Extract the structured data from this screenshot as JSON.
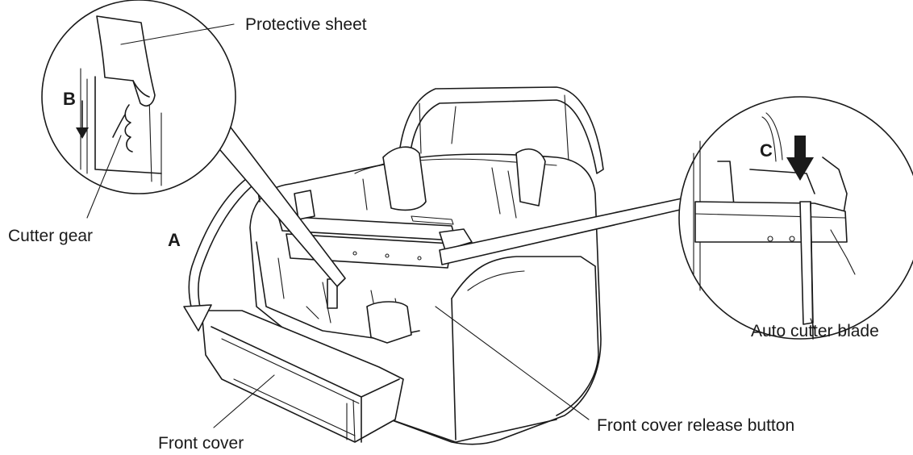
{
  "figure": {
    "callouts": {
      "protective_sheet": "Protective sheet",
      "cutter_gear": "Cutter gear",
      "auto_cutter_blade": "Auto cutter blade",
      "front_cover_release_button": "Front cover release button",
      "front_cover": "Front cover"
    },
    "steps": {
      "a": "A",
      "b": "B",
      "c": "C"
    }
  }
}
